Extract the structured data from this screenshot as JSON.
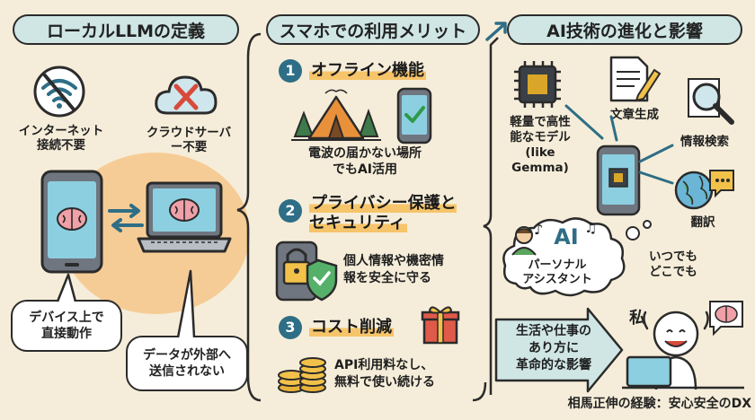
{
  "left": {
    "title": "ローカルLLMの定義",
    "no_internet": "インターネット\n接続不要",
    "no_cloud": "クラウドサーバ\nー不要",
    "on_device": "デバイス上で\n直接動作",
    "no_data_out": "データが外部へ\n送信されない"
  },
  "middle": {
    "title": "スマホでの利用メリット",
    "items": [
      {
        "num": "1",
        "title": "オフライン機能",
        "desc": "電波の届かない場所\nでもAI活用"
      },
      {
        "num": "2",
        "title": "プライバシー保護と\nセキュリティ",
        "desc": "個人情報や機密情\n報を安全に守る"
      },
      {
        "num": "3",
        "title": "コスト削減",
        "desc": "API利用料なし、\n無料で使い続ける"
      }
    ]
  },
  "right": {
    "title": "AI技術の進化と影響",
    "lightweight": "軽量で高性\n能なモデル\n(like\nGemma)",
    "doc_gen": "文章生成",
    "info_search": "情報検索",
    "translate": "翻訳",
    "assistant_ai": "AI",
    "assistant_label": "パーソナル\nアシスタント",
    "anytime": "いつでも\nどこでも",
    "impact": "生活や仕事の\nあり方に\n革命的な影響",
    "me": "私",
    "footer": "相馬正伸の経験：安心安全のDX"
  },
  "colors": {
    "title_bg": "#cfe6e4",
    "badge": "#2e6e86",
    "highlight": "#f6c46a",
    "background": "#f5edd9"
  }
}
